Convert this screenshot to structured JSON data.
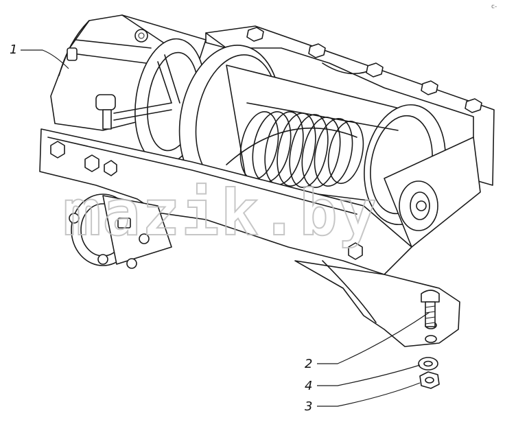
{
  "callouts": [
    {
      "id": "1",
      "label": "1"
    },
    {
      "id": "2",
      "label": "2"
    },
    {
      "id": "4",
      "label": "4"
    },
    {
      "id": "3",
      "label": "3"
    }
  ],
  "watermark": "mazik.by",
  "corner_mark": "c-"
}
